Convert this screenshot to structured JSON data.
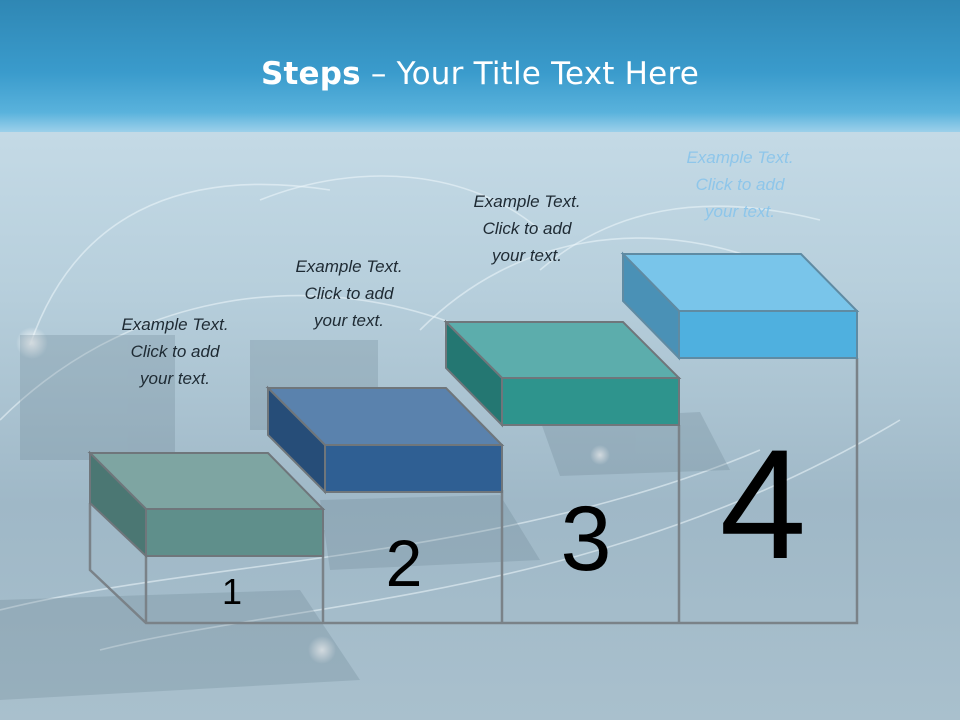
{
  "title": {
    "bold": "Steps",
    "rest": " – Your Title Text Here"
  },
  "steps": [
    {
      "number": "1",
      "color": "#5f8f8b",
      "text": [
        "Example Text.",
        "Click  to add",
        "your text."
      ]
    },
    {
      "number": "2",
      "color": "#2f5f93",
      "text": [
        "Example Text.",
        "Click  to add",
        "your text."
      ]
    },
    {
      "number": "3",
      "color": "#2e948d",
      "text": [
        "Example Text.",
        "Click  to add",
        "your text."
      ]
    },
    {
      "number": "4",
      "color": "#4fb0df",
      "text": [
        "Example Text.",
        "Click  to add",
        "your text."
      ]
    }
  ]
}
